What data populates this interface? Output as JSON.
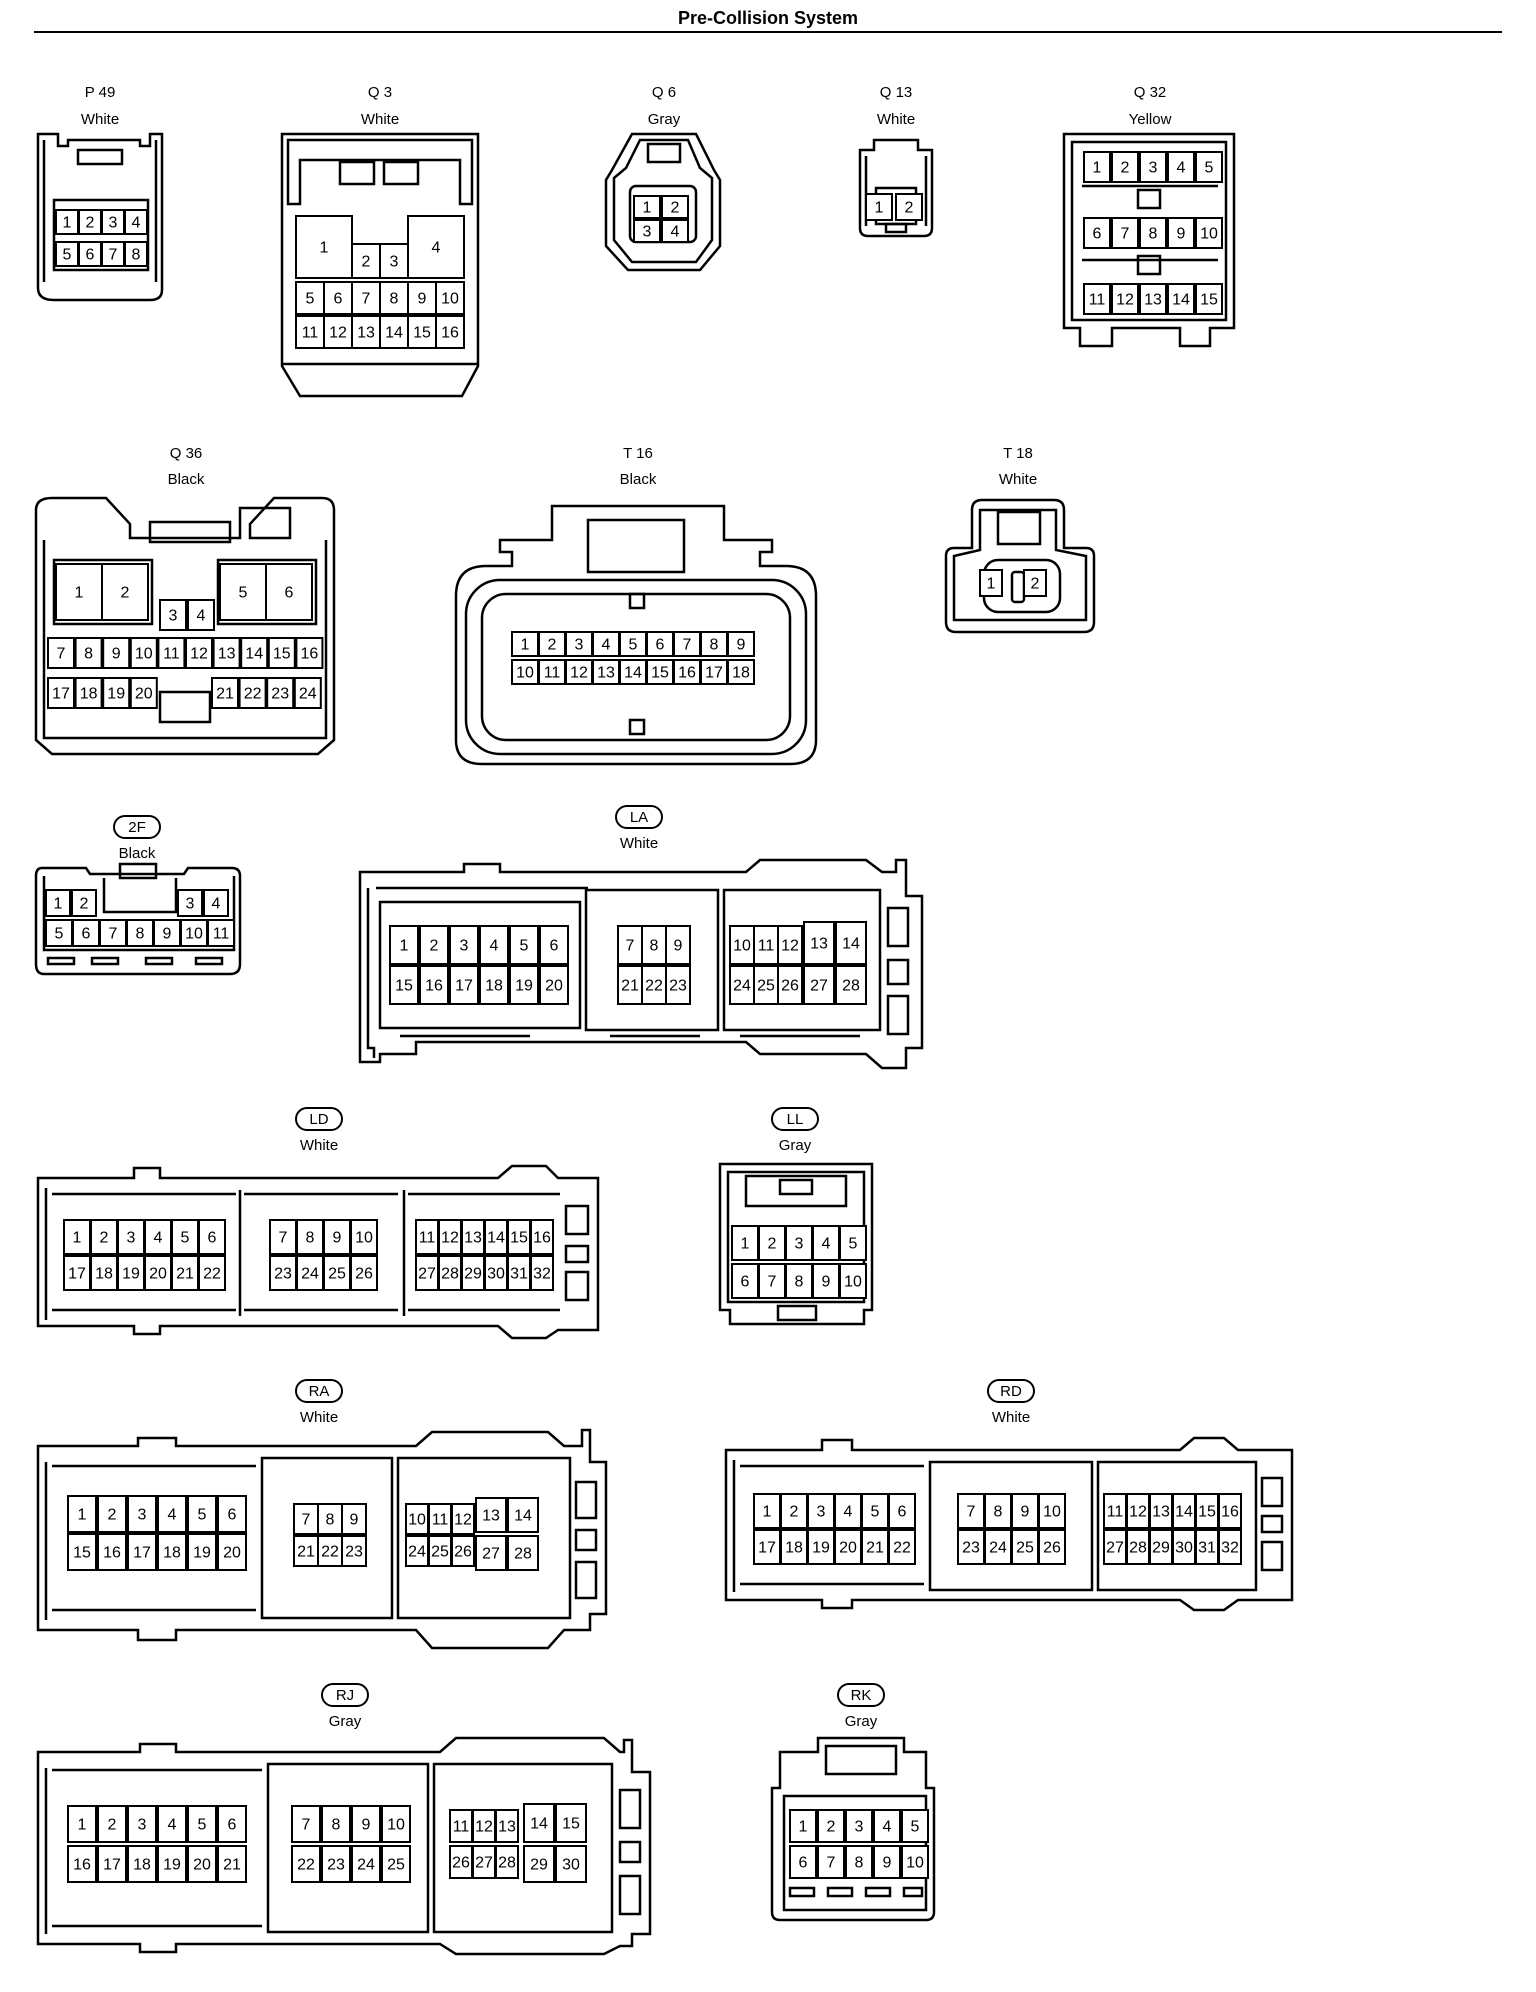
{
  "page": {
    "title": "Pre-Collision System"
  },
  "connectors": [
    {
      "id": "P 49",
      "color": "White",
      "boxed": false,
      "rows": [
        [
          "1",
          "2",
          "3",
          "4"
        ],
        [
          "5",
          "6",
          "7",
          "8"
        ]
      ]
    },
    {
      "id": "Q 3",
      "color": "White",
      "boxed": false,
      "rows": [
        [
          "1",
          "2",
          "3",
          "4"
        ],
        [
          "5",
          "6",
          "7",
          "8",
          "9",
          "10"
        ],
        [
          "11",
          "12",
          "13",
          "14",
          "15",
          "16"
        ]
      ]
    },
    {
      "id": "Q 6",
      "color": "Gray",
      "boxed": false,
      "rows": [
        [
          "1",
          "2"
        ],
        [
          "3",
          "4"
        ]
      ]
    },
    {
      "id": "Q 13",
      "color": "White",
      "boxed": false,
      "rows": [
        [
          "1",
          "2"
        ]
      ]
    },
    {
      "id": "Q 32",
      "color": "Yellow",
      "boxed": false,
      "rows": [
        [
          "1",
          "2",
          "3",
          "4",
          "5"
        ],
        [
          "6",
          "7",
          "8",
          "9",
          "10"
        ],
        [
          "11",
          "12",
          "13",
          "14",
          "15"
        ]
      ]
    },
    {
      "id": "Q 36",
      "color": "Black",
      "boxed": false,
      "rows": [
        [
          "1",
          "2",
          "5",
          "6"
        ],
        [
          "3",
          "4"
        ],
        [
          "7",
          "8",
          "9",
          "10",
          "11",
          "12",
          "13",
          "14",
          "15",
          "16"
        ],
        [
          "17",
          "18",
          "19",
          "20",
          "21",
          "22",
          "23",
          "24"
        ]
      ]
    },
    {
      "id": "T 16",
      "color": "Black",
      "boxed": false,
      "rows": [
        [
          "1",
          "2",
          "3",
          "4",
          "5",
          "6",
          "7",
          "8",
          "9"
        ],
        [
          "10",
          "11",
          "12",
          "13",
          "14",
          "15",
          "16",
          "17",
          "18"
        ]
      ]
    },
    {
      "id": "T 18",
      "color": "White",
      "boxed": false,
      "rows": [
        [
          "1",
          "2"
        ]
      ]
    },
    {
      "id": "2F",
      "color": "Black",
      "boxed": true,
      "rows": [
        [
          "1",
          "2",
          "3",
          "4"
        ],
        [
          "5",
          "6",
          "7",
          "8",
          "9",
          "10",
          "11"
        ]
      ]
    },
    {
      "id": "LA",
      "color": "White",
      "boxed": true,
      "rows": [
        [
          "1",
          "2",
          "3",
          "4",
          "5",
          "6",
          "7",
          "8",
          "9",
          "10",
          "11",
          "12",
          "13",
          "14"
        ],
        [
          "15",
          "16",
          "17",
          "18",
          "19",
          "20",
          "21",
          "22",
          "23",
          "24",
          "25",
          "26",
          "27",
          "28"
        ]
      ]
    },
    {
      "id": "LD",
      "color": "White",
      "boxed": true,
      "rows": [
        [
          "1",
          "2",
          "3",
          "4",
          "5",
          "6",
          "7",
          "8",
          "9",
          "10",
          "11",
          "12",
          "13",
          "14",
          "15",
          "16"
        ],
        [
          "17",
          "18",
          "19",
          "20",
          "21",
          "22",
          "23",
          "24",
          "25",
          "26",
          "27",
          "28",
          "29",
          "30",
          "31",
          "32"
        ]
      ]
    },
    {
      "id": "LL",
      "color": "Gray",
      "boxed": true,
      "rows": [
        [
          "1",
          "2",
          "3",
          "4",
          "5"
        ],
        [
          "6",
          "7",
          "8",
          "9",
          "10"
        ]
      ]
    },
    {
      "id": "RA",
      "color": "White",
      "boxed": true,
      "rows": [
        [
          "1",
          "2",
          "3",
          "4",
          "5",
          "6",
          "7",
          "8",
          "9",
          "10",
          "11",
          "12",
          "13",
          "14"
        ],
        [
          "15",
          "16",
          "17",
          "18",
          "19",
          "20",
          "21",
          "22",
          "23",
          "24",
          "25",
          "26",
          "27",
          "28"
        ]
      ]
    },
    {
      "id": "RD",
      "color": "White",
      "boxed": true,
      "rows": [
        [
          "1",
          "2",
          "3",
          "4",
          "5",
          "6",
          "7",
          "8",
          "9",
          "10",
          "11",
          "12",
          "13",
          "14",
          "15",
          "16"
        ],
        [
          "17",
          "18",
          "19",
          "20",
          "21",
          "22",
          "23",
          "24",
          "25",
          "26",
          "27",
          "28",
          "29",
          "30",
          "31",
          "32"
        ]
      ]
    },
    {
      "id": "RJ",
      "color": "Gray",
      "boxed": true,
      "rows": [
        [
          "1",
          "2",
          "3",
          "4",
          "5",
          "6",
          "7",
          "8",
          "9",
          "10",
          "11",
          "12",
          "13",
          "14",
          "15"
        ],
        [
          "16",
          "17",
          "18",
          "19",
          "20",
          "21",
          "22",
          "23",
          "24",
          "25",
          "26",
          "27",
          "28",
          "29",
          "30"
        ]
      ]
    },
    {
      "id": "RK",
      "color": "Gray",
      "boxed": true,
      "rows": [
        [
          "1",
          "2",
          "3",
          "4",
          "5"
        ],
        [
          "6",
          "7",
          "8",
          "9",
          "10"
        ]
      ]
    }
  ]
}
